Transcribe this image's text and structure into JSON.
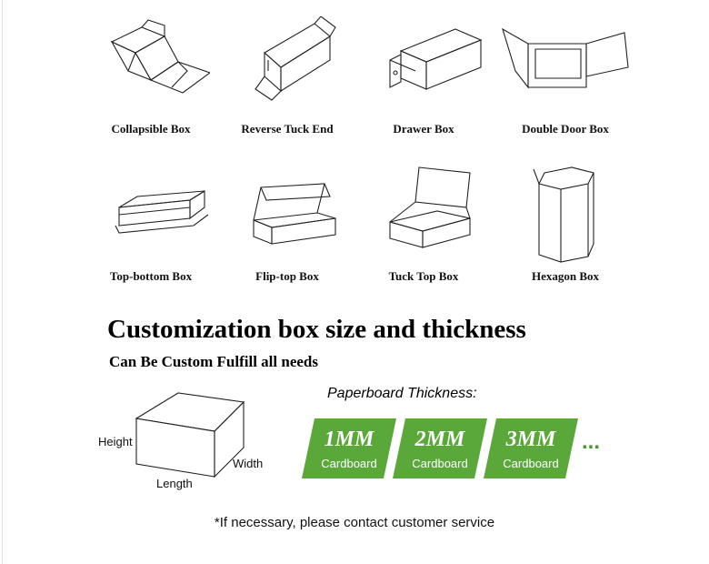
{
  "box_types": [
    {
      "label": "Collapsible Box",
      "icon": "collapsible-box-icon"
    },
    {
      "label": "Reverse Tuck End",
      "icon": "reverse-tuck-end-icon"
    },
    {
      "label": "Drawer Box",
      "icon": "drawer-box-icon"
    },
    {
      "label": "Double Door Box",
      "icon": "double-door-box-icon"
    },
    {
      "label": "Top-bottom Box",
      "icon": "top-bottom-box-icon"
    },
    {
      "label": "Flip-top Box",
      "icon": "flip-top-box-icon"
    },
    {
      "label": "Tuck Top Box",
      "icon": "tuck-top-box-icon"
    },
    {
      "label": "Hexagon Box",
      "icon": "hexagon-box-icon"
    }
  ],
  "headline": "Customization box size and thickness",
  "subline": "Can Be Custom Fulfill all needs",
  "dimensions": {
    "height": "Height",
    "width": "Width",
    "length": "Length"
  },
  "thickness": {
    "title": "Paperboard Thickness:",
    "options": [
      {
        "value": "1MM",
        "unit": "Cardboard"
      },
      {
        "value": "2MM",
        "unit": "Cardboard"
      },
      {
        "value": "3MM",
        "unit": "Cardboard"
      }
    ],
    "more": "..."
  },
  "footnote": "*If necessary, please contact customer service",
  "colors": {
    "chip_green": "#5aa83a",
    "ellipsis_green": "#4a9a2e"
  }
}
